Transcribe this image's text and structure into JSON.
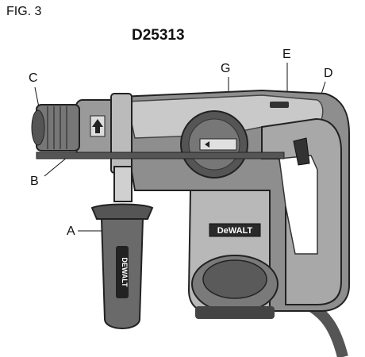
{
  "figure_label": "FIG. 3",
  "model": "D25313",
  "callouts": {
    "A": "A",
    "B": "B",
    "C": "C",
    "D": "D",
    "E": "E",
    "G": "G"
  },
  "brand_badge": "DeWALT",
  "handle_brand": "DEWALT",
  "icons": [
    "arrow-up-icon",
    "selector-knob-icon"
  ]
}
